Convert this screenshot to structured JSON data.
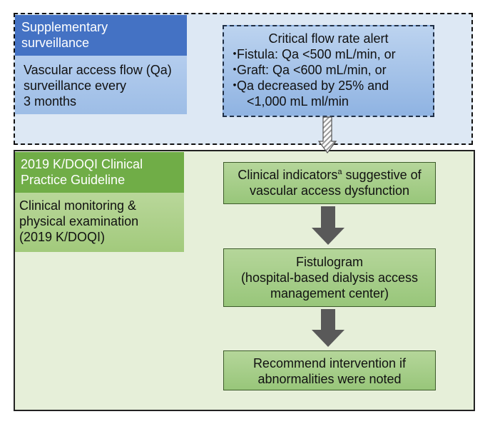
{
  "supplementary": {
    "header": [
      "Supplementary",
      "surveillance"
    ],
    "body": [
      "Vascular access flow (Qa)",
      "surveillance every",
      "3 months"
    ],
    "alert": {
      "title": "Critical flow rate alert",
      "bullet": "・",
      "items": [
        "Fistula: Qa <500 mL/min, or",
        "Graft: Qa <600 mL/min, or",
        "Qa decreased by 25% and"
      ],
      "continuation": "<1,000 mL ml/min"
    }
  },
  "guideline": {
    "header": [
      "2019 K/DOQI Clinical",
      "Practice Guideline"
    ],
    "body": [
      "Clinical monitoring &",
      "physical examination",
      "(2019 K/DOQI)"
    ]
  },
  "steps": {
    "indicators": {
      "line1_prefix": "Clinical indicators",
      "superscript": "a",
      "line1_suffix": " suggestive of",
      "line2": "vascular access dysfunction"
    },
    "fistulogram": [
      "Fistulogram",
      "(hospital-based dialysis access",
      "management center)"
    ],
    "intervention": [
      "Recommend intervention if",
      "abnormalities were noted"
    ]
  },
  "colors": {
    "blue_header": "#4472c4",
    "green_header": "#70ad47",
    "arrow_dark": "#595959",
    "top_panel_fill": "#dde8f4",
    "bottom_panel_fill": "#e6efd9"
  }
}
